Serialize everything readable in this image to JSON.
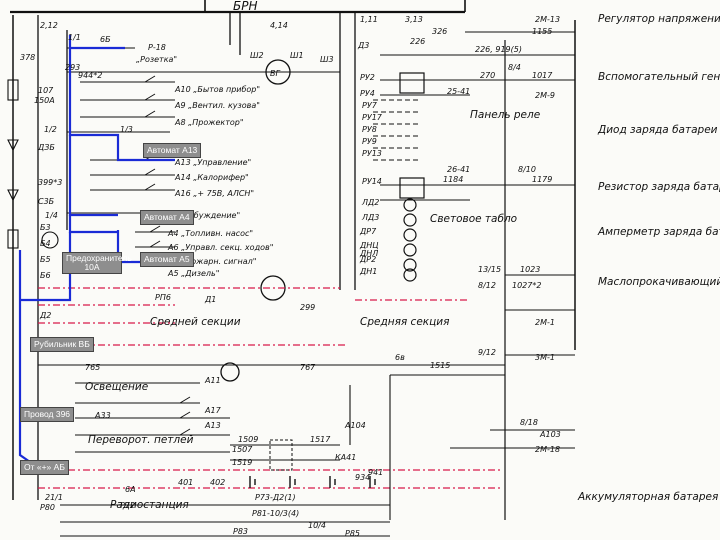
{
  "top_bar_label": "БРН",
  "wire_numbers": [
    "2,12",
    "4,14",
    "1,11",
    "3,13",
    "1/1",
    "1/2",
    "1/3",
    "1/4",
    "6Б",
    "Ш3",
    "Ш2",
    "Ш1",
    "ВГ",
    "Д3",
    "226",
    "226, 919(5)",
    "326",
    "1155",
    "270",
    "1017",
    "8/4",
    "2М-13",
    "25-41",
    "2М-9",
    "1184",
    "26-41",
    "8/10",
    "1179",
    "1023",
    "13/15",
    "8/12",
    "1027*2",
    "2М-1",
    "9/12",
    "3М-1",
    "1515",
    "8/18",
    "А103",
    "2М-18",
    "6в",
    "765",
    "767",
    "А11",
    "А33",
    "А17",
    "А13",
    "А104",
    "1509",
    "1517",
    "1507",
    "1519",
    "КА41",
    "934",
    "941",
    "402",
    "401",
    "21/1",
    "6А",
    "Р72",
    "Р80",
    "Р73-Д2(1)",
    "Р81-10/3(4)",
    "10/4",
    "Р83",
    "Р85",
    "378",
    "107",
    "150А",
    "ДЗБ",
    "С3Б",
    "399*3",
    "944*2",
    "293",
    "299",
    "Д1",
    "Д2",
    "Б3",
    "Б4",
    "Б5",
    "Б6"
  ],
  "side_captions": [
    "Регулятор напряжения",
    "Вспомогательный генератор",
    "Диод заряда батареи",
    "Резистор заряда батареи",
    "Амперметр заряда батареи",
    "Маслопрокачивающий насос",
    "Аккумуляторная батарея"
  ],
  "mid_captions": [
    "Панель реле",
    "Световое табло",
    "Средняя секция",
    "Средней секции",
    "Освещение",
    "Радиостанция",
    "Переворот. петлей"
  ],
  "breaker_labels": [
    "Р-18",
    "„Розетка\"",
    "А10 „Бытов прибор\"",
    "А9 „Вентил. кузова\"",
    "А8 „Прожектор\"",
    "А13 „Управление\"",
    "А14 „Калорифер\"",
    "А16 „+ 75В, АЛСН\"",
    "„Возбуждение\"",
    "А4 „Топливн. насос\"",
    "А6 „Управл. секц. ходов\"",
    "А7 „Пожарн. сигнал\"",
    "А5 „Дизель\"",
    "РУ2",
    "РУ4",
    "РУ7",
    "РУ17",
    "РУ8",
    "РУ9",
    "РУ13",
    "РУ14",
    "ЛД2",
    "ЛД3",
    "ДР7",
    "ДНЦ",
    "ДР2",
    "ДН1",
    "РП6",
    "ДНЛ"
  ],
  "overlay_labels": {
    "a13": "Автомат А13",
    "a4": "Автомат А4",
    "fuse": "Предохранитель 10А",
    "a5": "Автомат А5",
    "switch": "Рубильник ВБ",
    "wire": "Провод 396",
    "from": "От «+» АБ"
  },
  "colors": {
    "ink": "#111111",
    "highlight": "#1a2bd6",
    "accent_red": "#d8194a",
    "tag_fill": "#8e8e8e"
  }
}
